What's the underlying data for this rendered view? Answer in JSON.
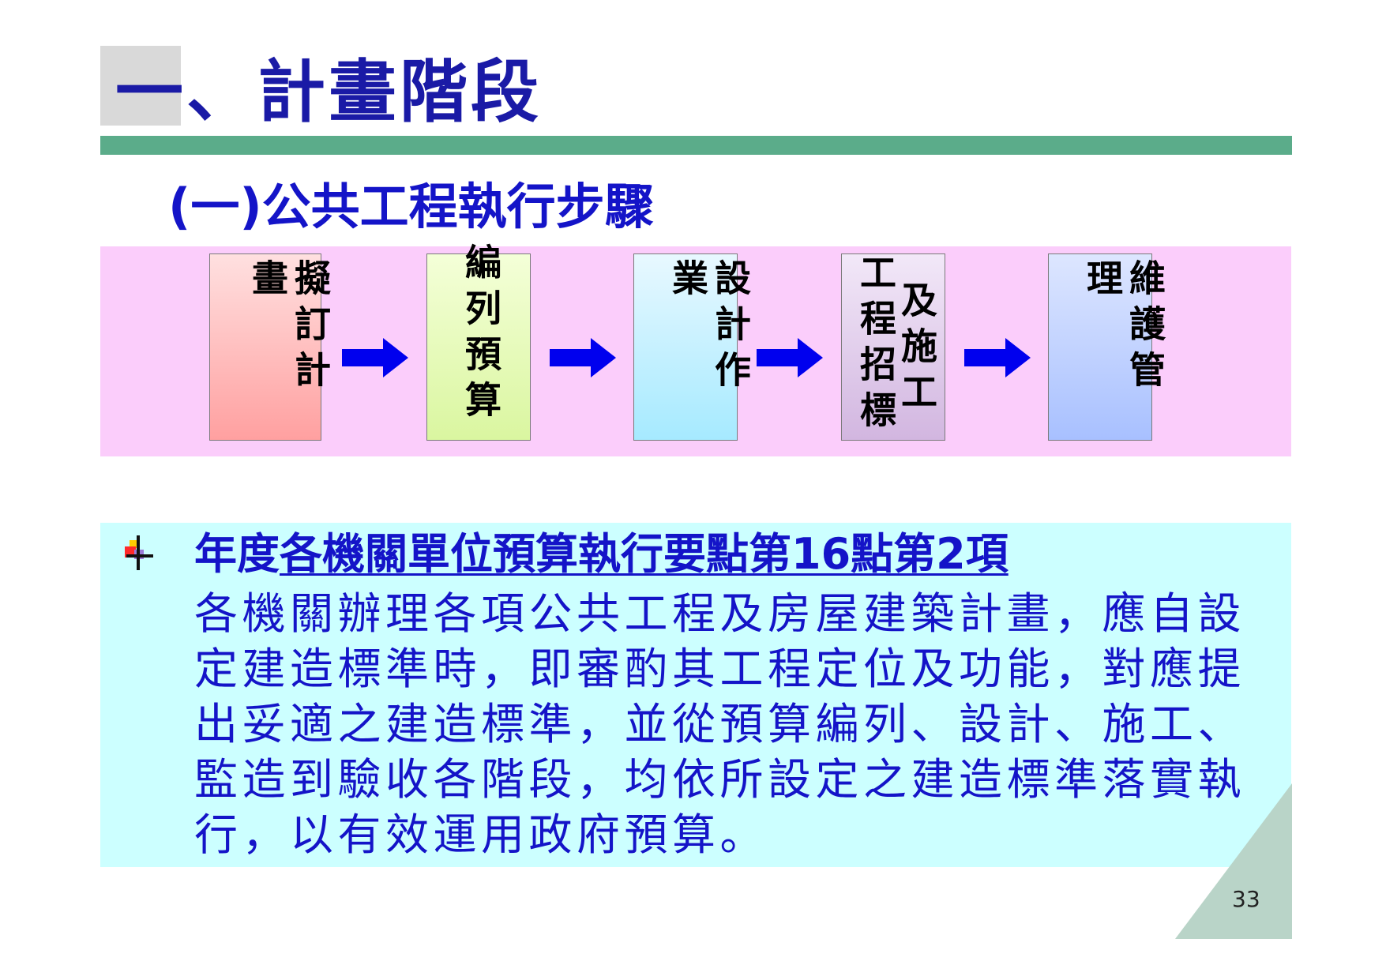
{
  "slide": {
    "title": "一、計畫階段",
    "subtitle": "(一)公共工程執行步驟",
    "page_number": "33"
  },
  "flow": {
    "steps": [
      {
        "id": "plan",
        "text": "擬訂計畫",
        "color_top": "#ffe0e0",
        "color_bottom": "#ffa0a0"
      },
      {
        "id": "budget",
        "text": "編列預算",
        "color_top": "#f4ffd8",
        "color_bottom": "#daf6a0"
      },
      {
        "id": "design",
        "text": "設計作業",
        "color_top": "#e8f8ff",
        "color_bottom": "#a6eaff"
      },
      {
        "id": "tender",
        "text_a": "工程招標",
        "text_b": "及施工",
        "color_top": "#f2e8f8",
        "color_bottom": "#d2b6e0"
      },
      {
        "id": "maintain",
        "text": "維護管理",
        "color_top": "#dde6ff",
        "color_bottom": "#a8c0ff"
      }
    ],
    "arrow_color": "#0000ee"
  },
  "point": {
    "head_1": "年度",
    "head_2": "各機關單位預算",
    "head_3": "執行要點第16點第2項",
    "lines": [
      "各機關辦理各項公共工程及房屋建築計畫，應自設",
      "定建造標準時，即審酌其工程定位及功能，對應提",
      "出妥適之建造標準，並從預算編列、設計、施工、",
      "監造到驗收各階段，均依所設定之建造標準落實執",
      "行，以有效運用政府預算。"
    ]
  },
  "colors": {
    "title": "#1a1aa6",
    "accent_rule": "#5bac8a",
    "flow_band": "#fbcdfb",
    "content_band": "#ccffff",
    "text_blue": "#1414c8",
    "corner": "#b9d4c8"
  }
}
